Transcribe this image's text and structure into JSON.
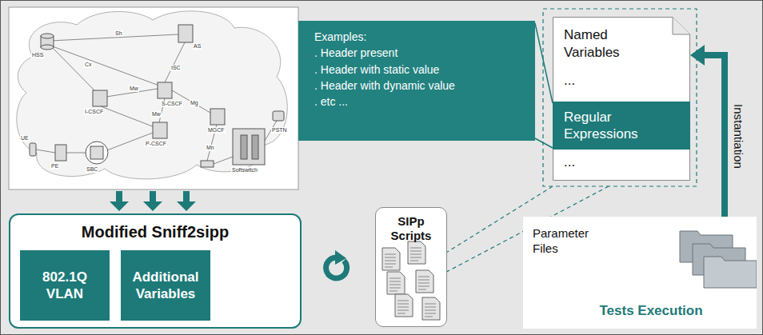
{
  "diagram": {
    "nodes": [
      {
        "text": [
          "Modified Sniff2sipp"
        ]
      },
      {
        "text": [
          "802.1Q VLAN"
        ],
        "in": 0
      },
      {
        "text": [
          "Additional Variables"
        ],
        "in": 0
      },
      {
        "text": [
          "SIPp Scripts"
        ]
      },
      {
        "text": [
          "Named Variables",
          "...",
          "..."
        ]
      },
      {
        "text": [
          "Regular Expressions"
        ],
        "in": 4
      },
      {
        "text": [
          "Examples:",
          ". Header present",
          ". Header with static value",
          ". Header with dynamic value",
          ". etc ..."
        ]
      },
      {
        "text": [
          "Parameter Files",
          "Tests Execution"
        ]
      }
    ],
    "edges": [
      {
        "from": 6,
        "to": 5,
        "arrow": "none"
      },
      {
        "from": 7,
        "to": 4,
        "arrow": "to",
        "label": "Instantiation"
      }
    ],
    "labels": [
      "AS",
      "HSS",
      "I-CSCF",
      "S-CSCF",
      "MGCF",
      "UE",
      "PE",
      "SBC",
      "P-CSCF",
      "Softswitch",
      "PSTN",
      "Cx",
      "Sh",
      "ISC",
      "Mw",
      "Mw",
      "Mg",
      "Mn"
    ]
  }
}
